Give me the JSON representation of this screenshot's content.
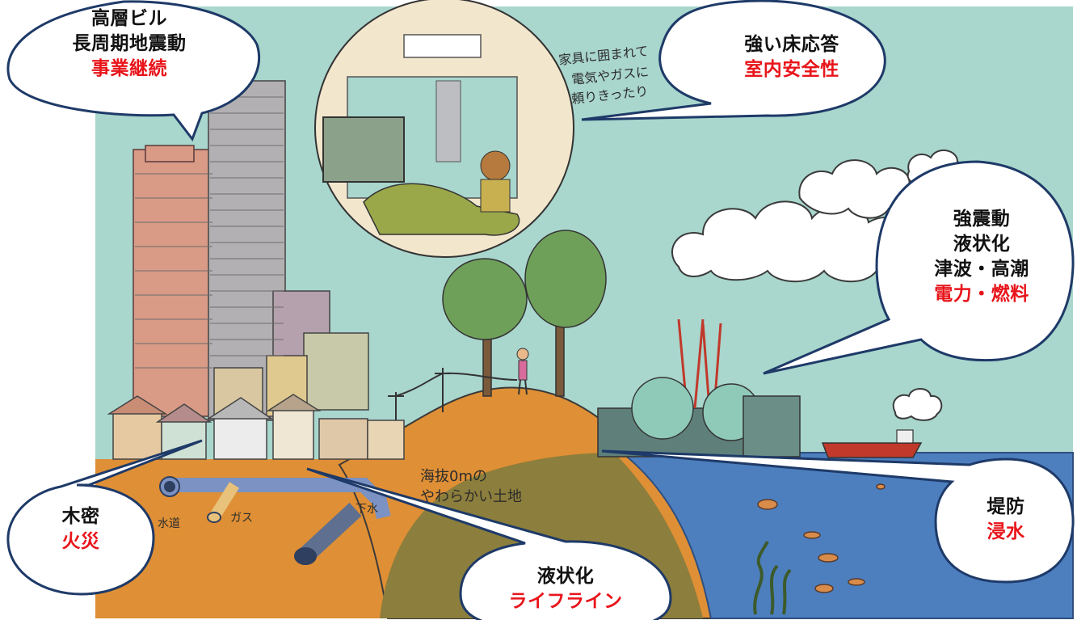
{
  "colors": {
    "sky": "#a9d6cd",
    "ground": "#df8f35",
    "hill": "#8c7e3c",
    "sea": "#4d7fbf",
    "bubble_fill": "#ffffff",
    "bubble_stroke": "#1e3a68",
    "text_black": "#111111",
    "text_red": "#e8141a"
  },
  "illustration": {
    "handwritten_note_1": "家具に囲まれて",
    "handwritten_note_2": "電気やガスに",
    "handwritten_note_3": "頼りきったり",
    "ground_note_1": "海抜0mの",
    "ground_note_2": "やわらかい土地",
    "pipe_label_water": "水道",
    "pipe_label_gas": "ガス",
    "pipe_label_sewer": "下水"
  },
  "callouts": {
    "highrise": {
      "line1": "高層ビル",
      "line2": "長周期地震動",
      "line3": "事業継続"
    },
    "floor": {
      "line1": "強い床応答",
      "line2": "室内安全性"
    },
    "industrial": {
      "line1": "強震動",
      "line2": "液状化",
      "line3": "津波・高潮",
      "line4": "電力・燃料"
    },
    "wooden": {
      "line1": "木密",
      "line2": "火災"
    },
    "lifeline": {
      "line1": "液状化",
      "line2": "ライフライン"
    },
    "levee": {
      "line1": "堤防",
      "line2": "浸水"
    }
  }
}
